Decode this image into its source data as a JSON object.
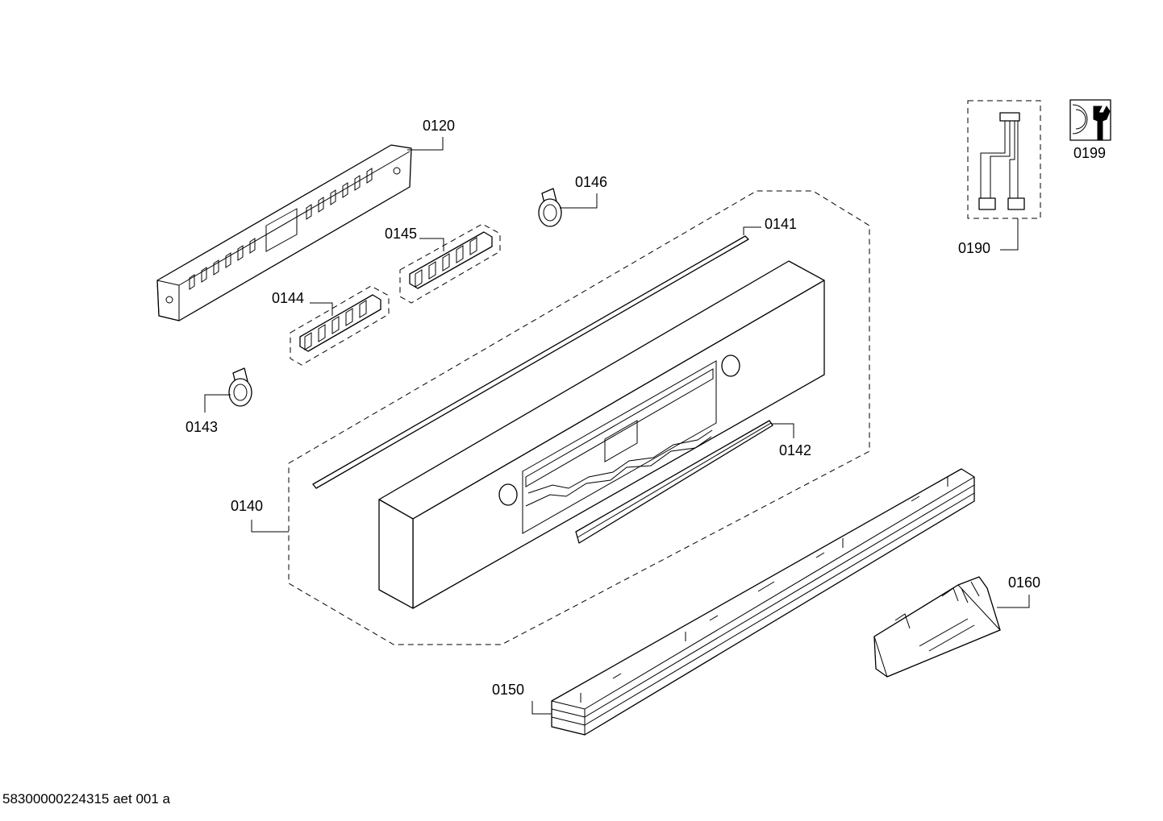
{
  "labels": {
    "p0120": "0120",
    "p0146": "0146",
    "p0141": "0141",
    "p0145": "0145",
    "p0144": "0144",
    "p0143": "0143",
    "p0142": "0142",
    "p0140": "0140",
    "p0190": "0190",
    "p0199": "0199",
    "p0160": "0160",
    "p0150": "0150"
  },
  "footer": {
    "code": "58300000224315 aet 001 a"
  }
}
